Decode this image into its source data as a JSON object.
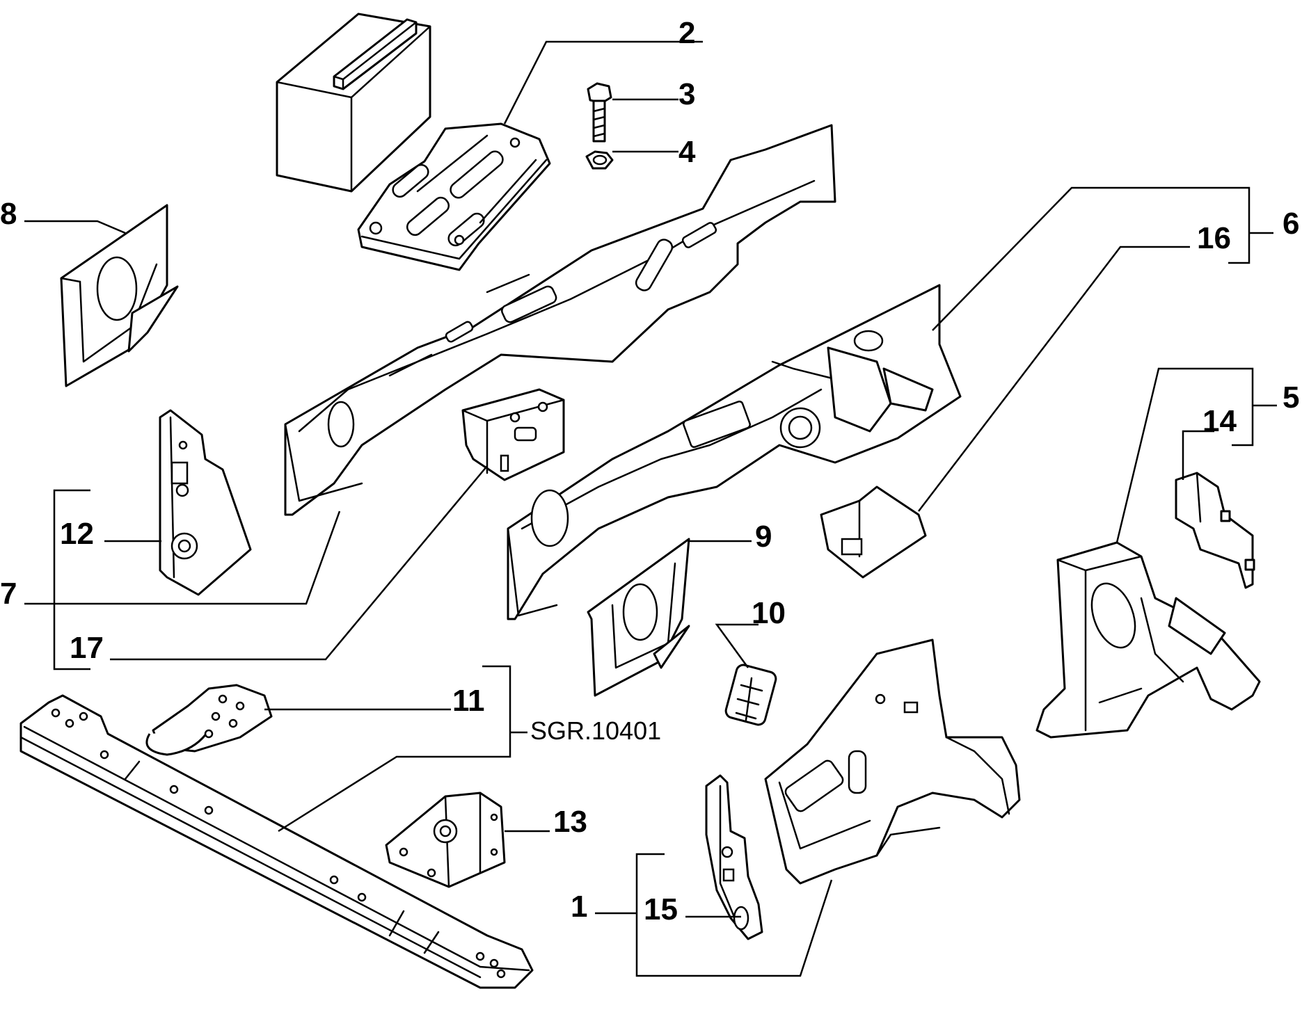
{
  "callouts": {
    "c1": "1",
    "c2": "2",
    "c3": "3",
    "c4": "4",
    "c5": "5",
    "c6": "6",
    "c7": "7",
    "c8": "8",
    "c9": "9",
    "c10": "10",
    "c11": "11",
    "c12": "12",
    "c13": "13",
    "c14": "14",
    "c15": "15",
    "c16": "16",
    "c17": "17"
  },
  "reference": "SGR.10401"
}
